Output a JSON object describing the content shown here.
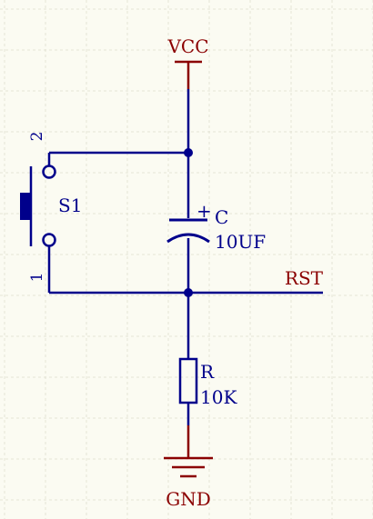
{
  "colors": {
    "background": "#fbfbf2",
    "grid": "#e4e4d6",
    "wire": "#00008b",
    "net_label": "#8b0000",
    "component_label": "#00008b",
    "power_symbol": "#8b0000"
  },
  "labels": {
    "vcc": "VCC",
    "gnd": "GND",
    "rst": "RST",
    "switch_ref": "S1",
    "switch_pin_top": "2",
    "switch_pin_bottom": "1",
    "cap_ref": "C",
    "cap_value": "10UF",
    "cap_polarity": "+",
    "res_ref": "R",
    "res_value": "10K"
  }
}
